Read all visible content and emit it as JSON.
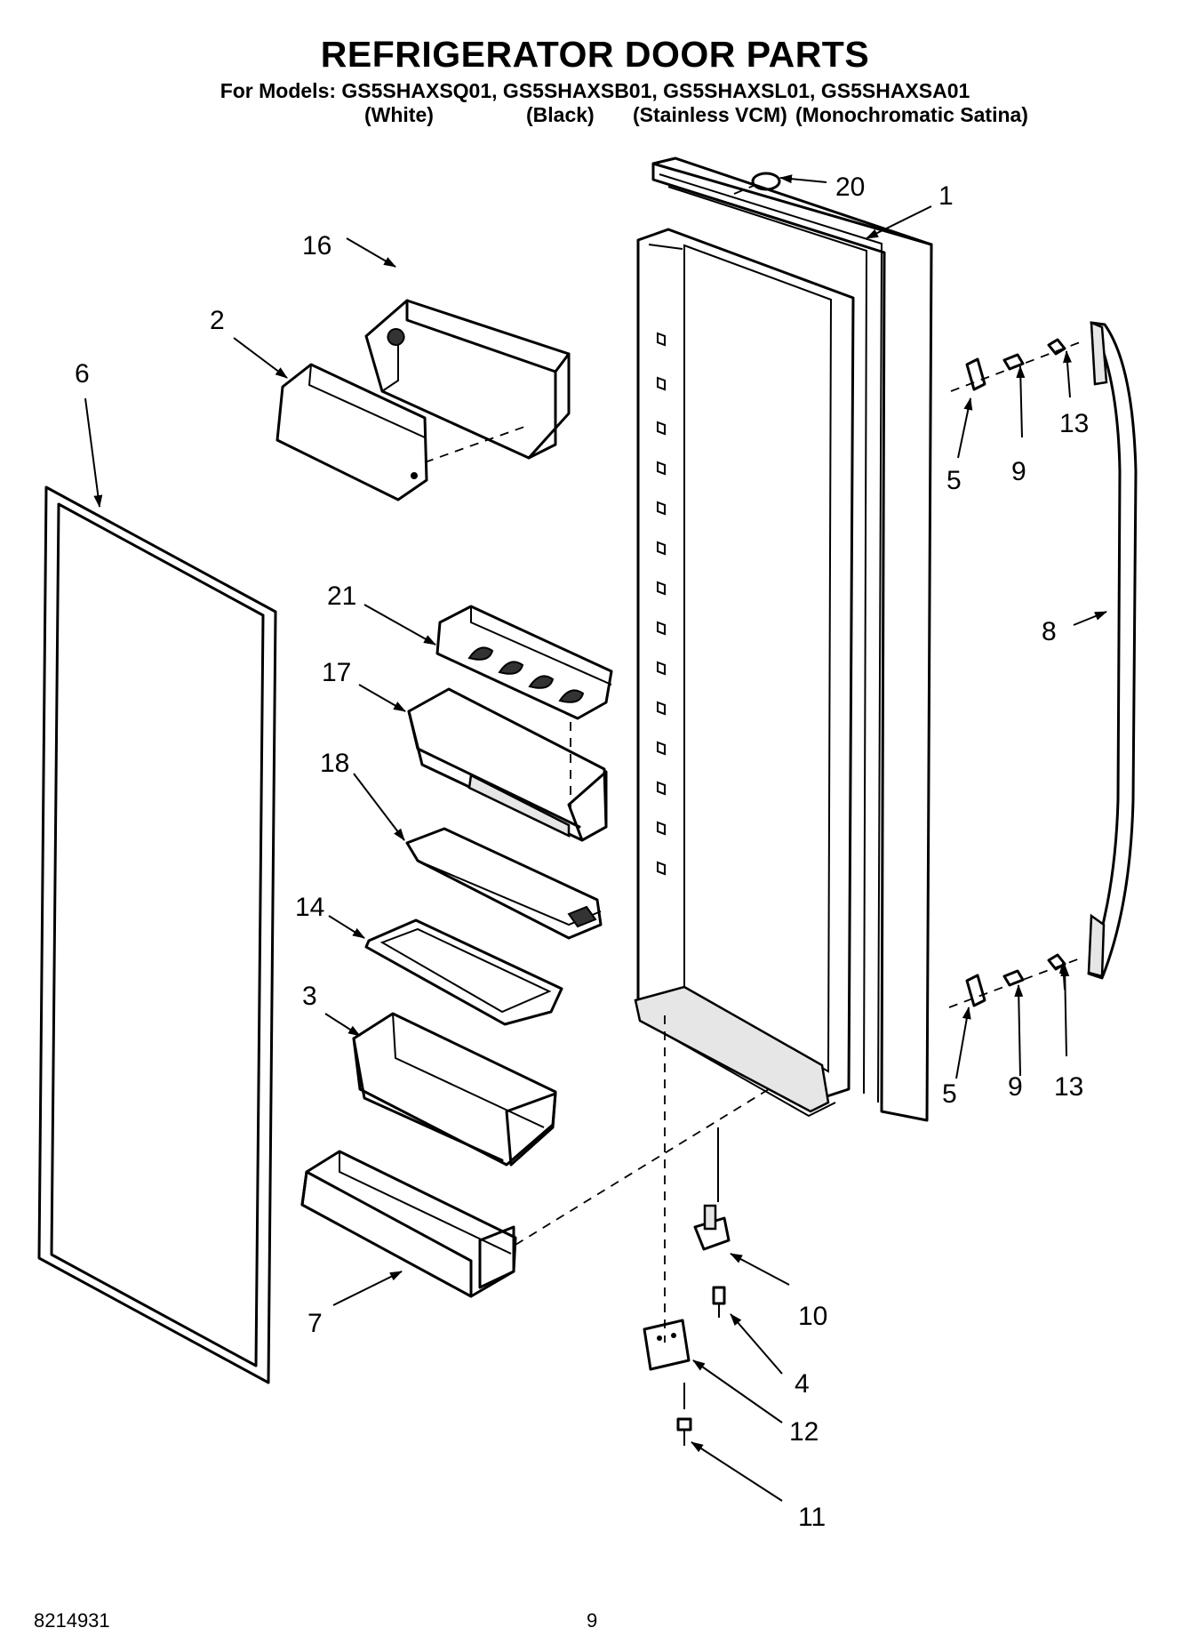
{
  "header": {
    "title": "REFRIGERATOR DOOR PARTS",
    "models_line": "For Models: GS5SHAXSQ01, GS5SHAXSB01, GS5SHAXSL01, GS5SHAXSA01",
    "variants": [
      "(White)",
      "(Black)",
      "(Stainless VCM)",
      "(Monochromatic Satina)"
    ]
  },
  "callouts": [
    "20",
    "1",
    "16",
    "2",
    "6",
    "5",
    "9",
    "13",
    "21",
    "17",
    "8",
    "18",
    "14",
    "3",
    "5",
    "9",
    "13",
    "7",
    "10",
    "4",
    "12",
    "11"
  ],
  "footer": {
    "doc_number": "8214931",
    "page_number": "9"
  }
}
